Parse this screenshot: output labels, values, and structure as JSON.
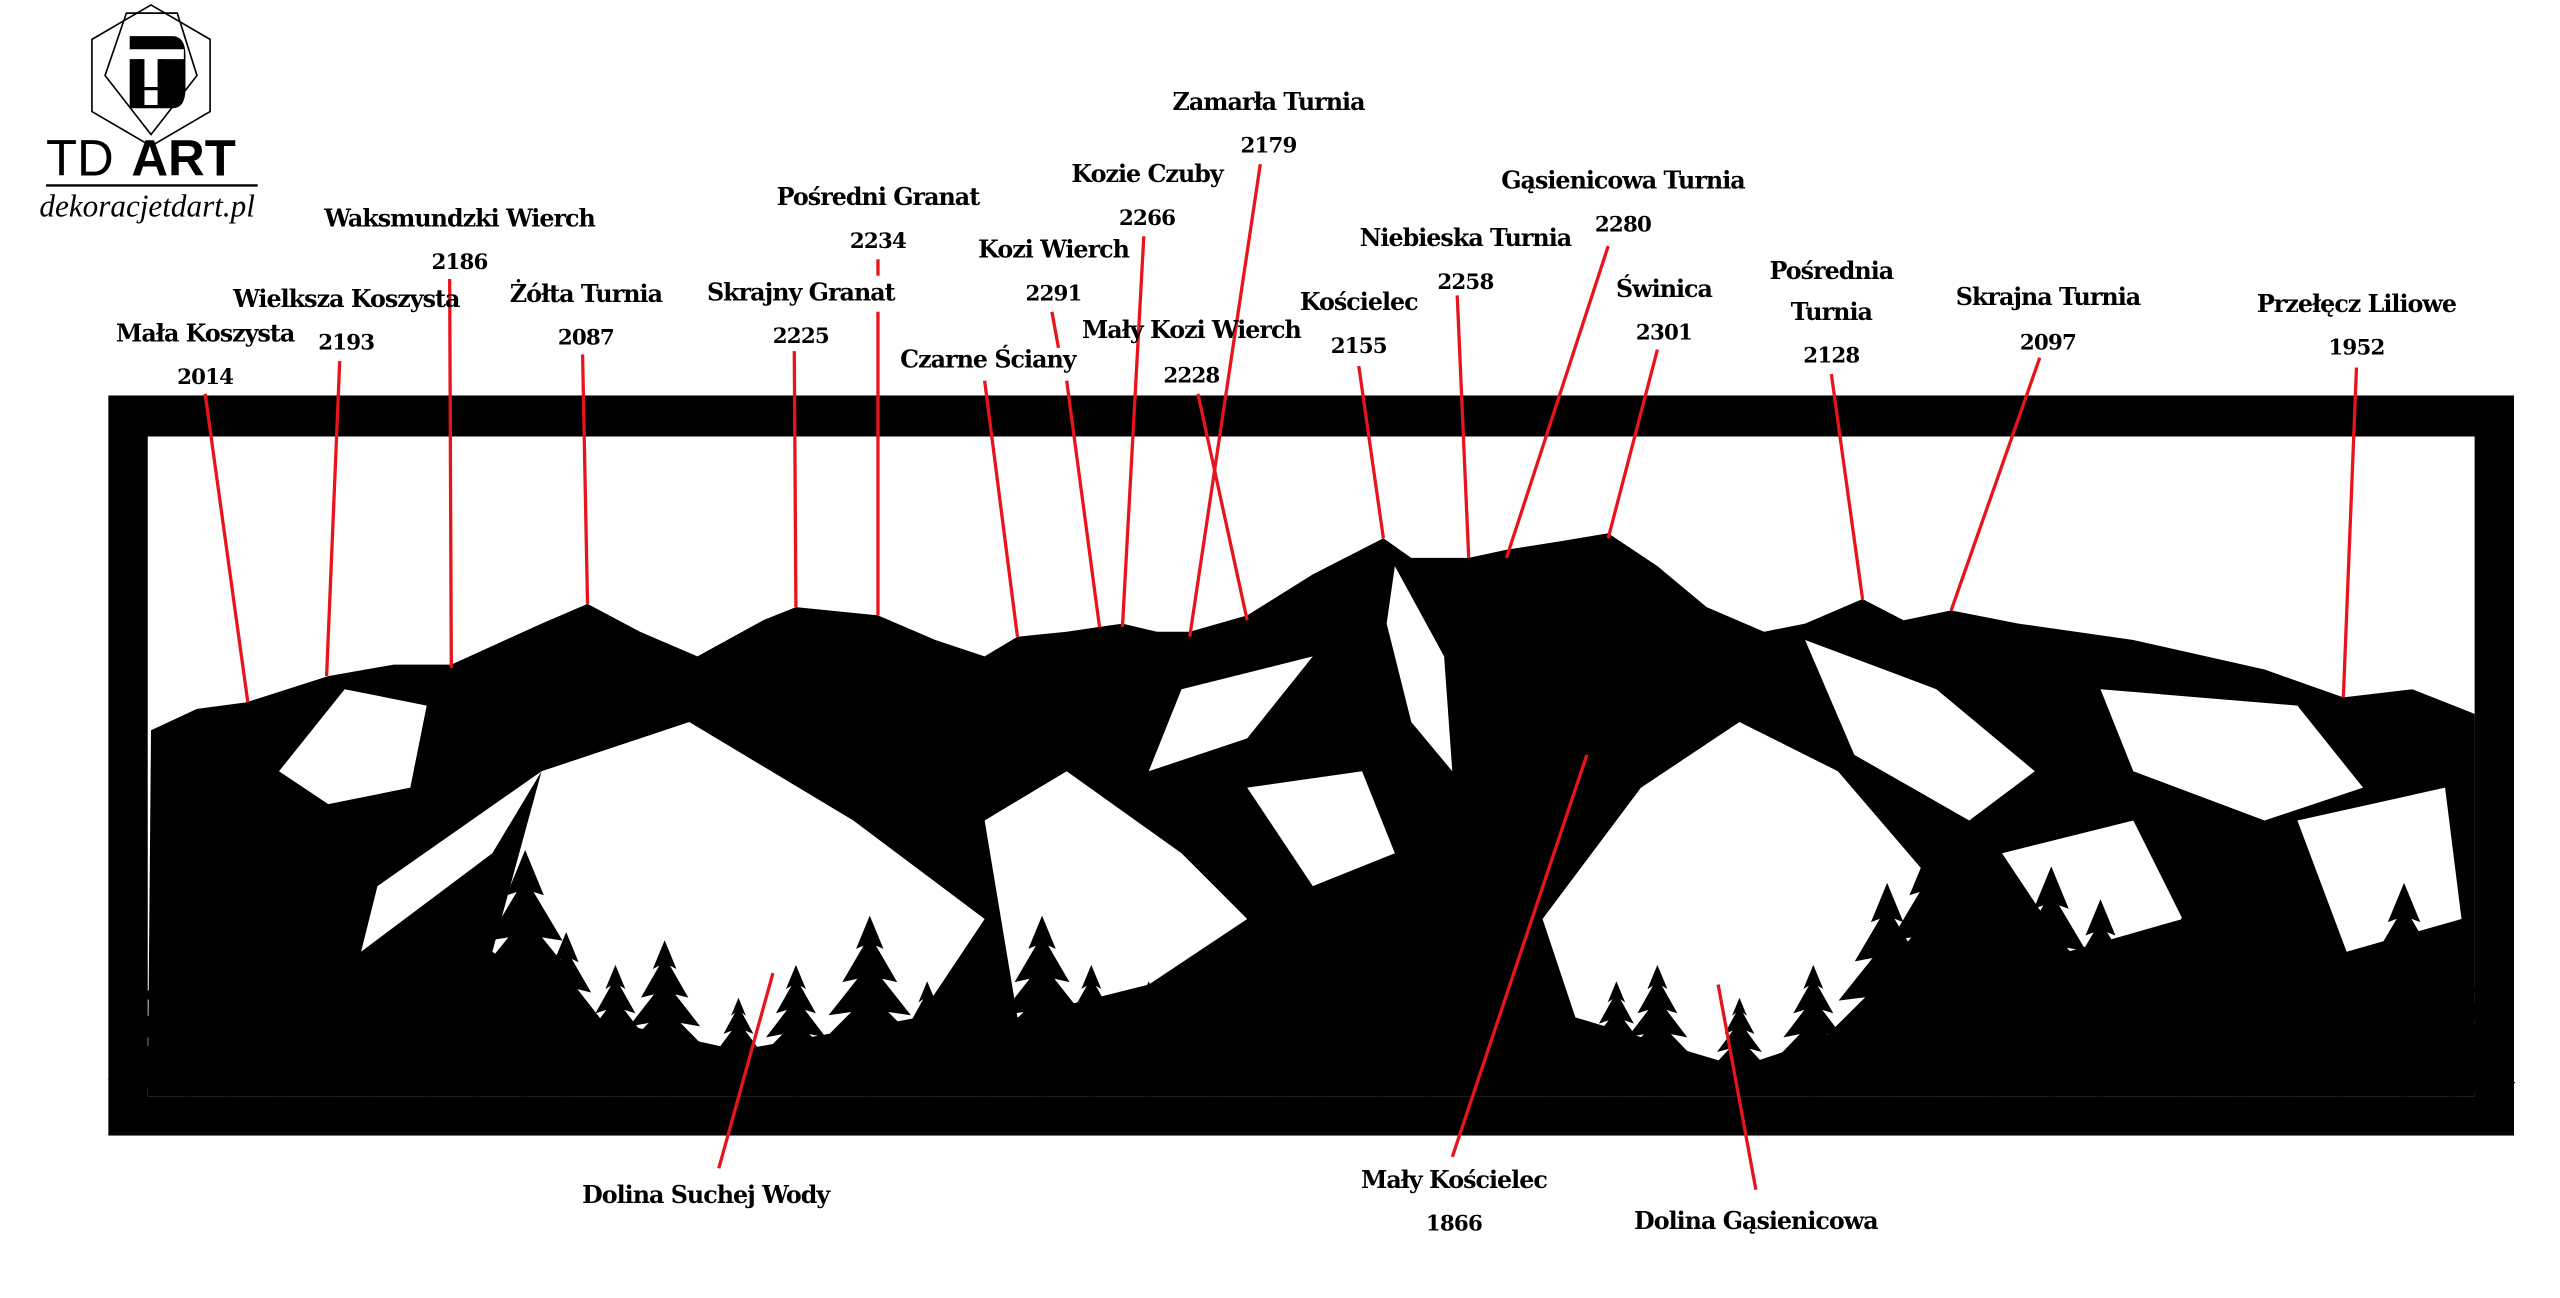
{
  "logo": {
    "td": "TD",
    "art": "ART",
    "url": "dekoracjetdart.pl"
  },
  "colors": {
    "leader_line": "#e8141c",
    "silhouette": "#000000",
    "background": "#ffffff"
  },
  "peaks": [
    {
      "name": "Mała Koszysta",
      "elevation": "2014"
    },
    {
      "name": "Wielksza Koszysta",
      "elevation": "2193"
    },
    {
      "name": "Waksmundzki Wierch",
      "elevation": "2186"
    },
    {
      "name": "Żółta Turnia",
      "elevation": "2087"
    },
    {
      "name": "Skrajny Granat",
      "elevation": "2225"
    },
    {
      "name": "Pośredni Granat",
      "elevation": "2234"
    },
    {
      "name": "Czarne Ściany"
    },
    {
      "name": "Kozi Wierch",
      "elevation": "2291"
    },
    {
      "name": "Kozie Czuby",
      "elevation": "2266"
    },
    {
      "name": "Zamarła Turnia",
      "elevation": "2179"
    },
    {
      "name": "Mały Kozi Wierch",
      "elevation": "2228"
    },
    {
      "name": "Kościelec",
      "elevation": "2155"
    },
    {
      "name": "Niebieska Turnia",
      "elevation": "2258"
    },
    {
      "name": "Gąsienicowa Turnia",
      "elevation": "2280"
    },
    {
      "name": "Świnica",
      "elevation": "2301"
    },
    {
      "name": "Pośrednia",
      "name2": "Turnia",
      "elevation": "2128"
    },
    {
      "name": "Skrajna Turnia",
      "elevation": "2097"
    },
    {
      "name": "Przełęcz Liliowe",
      "elevation": "1952"
    }
  ],
  "valleys": [
    {
      "name": "Dolina Suchej Wody"
    },
    {
      "name": "Mały Kościelec",
      "elevation": "1866"
    },
    {
      "name": "Dolina Gąsienicowa"
    }
  ]
}
